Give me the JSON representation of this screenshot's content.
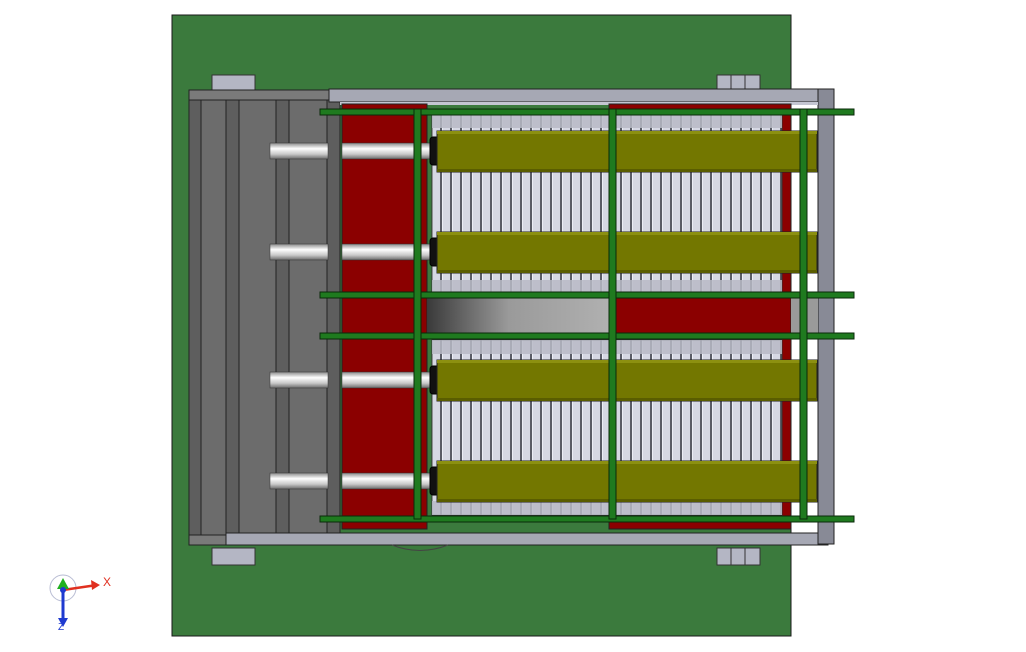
{
  "colors": {
    "viewport_background": "#ffffff",
    "base_plate": "#3b7a3d",
    "frame_gray": "#707070",
    "rail_silver": "#a0a2ac",
    "heater_red": "#8b0000",
    "roller_olive": "#737700",
    "guide_green": "#1f7a1f",
    "slat_light": "#d6d8e3",
    "axis_x": "#e03020",
    "axis_y": "#20b020",
    "axis_z": "#1f3ad0"
  },
  "triad": {
    "x_label": "X",
    "z_label": "Z",
    "icon": "coordinate-triad-icon"
  },
  "model": {
    "roller_count": 4,
    "rod_count": 4,
    "guide_bar_count": 3,
    "post_count": 3
  }
}
